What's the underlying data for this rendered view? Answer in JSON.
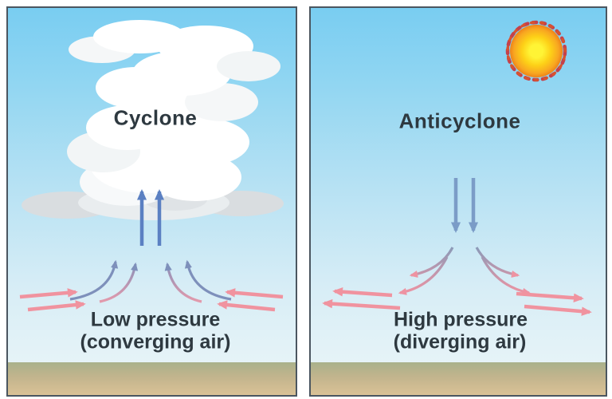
{
  "panels": [
    {
      "id": "cyclone",
      "title": "Cyclone",
      "pressure_label": "Low pressure",
      "air_label": "(converging air)",
      "sky_feature": "cumulonimbus-cloud",
      "vertical_airflow": "upward",
      "surface_airflow": "converging"
    },
    {
      "id": "anticyclone",
      "title": "Anticyclone",
      "pressure_label": "High pressure",
      "air_label": "(diverging air)",
      "sky_feature": "sun",
      "vertical_airflow": "downward",
      "surface_airflow": "diverging"
    }
  ],
  "colors": {
    "sky_top": "#79cdf1",
    "sky_bottom": "#ecf6f8",
    "ground_top": "#a9b18b",
    "ground_bottom": "#dac296",
    "updraft_arrow": "#5b80c2",
    "downdraft_arrow": "#7b9cc7",
    "curved_arrow_blue": "#7e90bb",
    "surface_wind_arrow": "#f0939f",
    "label_text": "#2e3940",
    "sun_core": "#fff435",
    "sun_edge": "#f59c20",
    "sun_flames": "#c4414b",
    "panel_border": "#4b5660",
    "cloud_white": "#ffffff",
    "cloud_shadow": "#d9dde0"
  }
}
